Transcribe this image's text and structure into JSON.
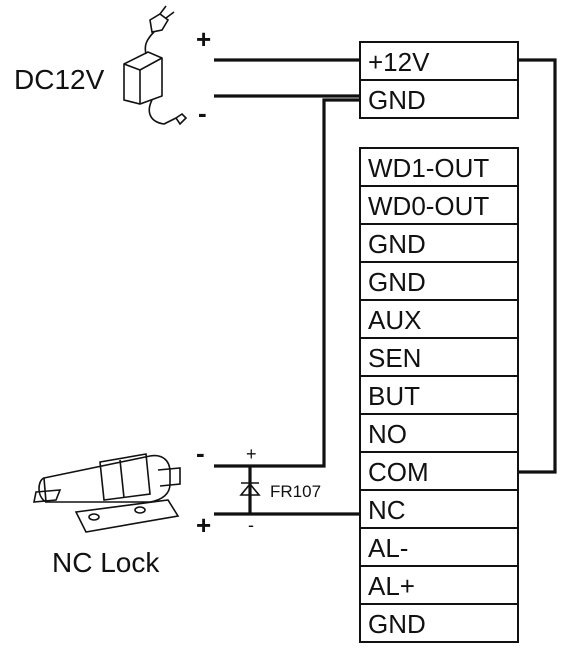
{
  "power_supply": {
    "label": "DC12V",
    "plus_sign": "+",
    "minus_sign": "-"
  },
  "lock": {
    "label": "NC Lock",
    "minus_sign": "-",
    "plus_sign": "+"
  },
  "diode": {
    "label": "FR107",
    "plus_sign": "+",
    "minus_sign": "-"
  },
  "power_terminals": [
    "+12V",
    "GND"
  ],
  "controller_terminals": [
    "WD1-OUT",
    "WD0-OUT",
    "GND",
    "GND",
    "AUX",
    "SEN",
    "BUT",
    "NO",
    "COM",
    "NC",
    "AL-",
    "AL+",
    "GND"
  ],
  "colors": {
    "line": "#111111",
    "background": "#ffffff"
  }
}
